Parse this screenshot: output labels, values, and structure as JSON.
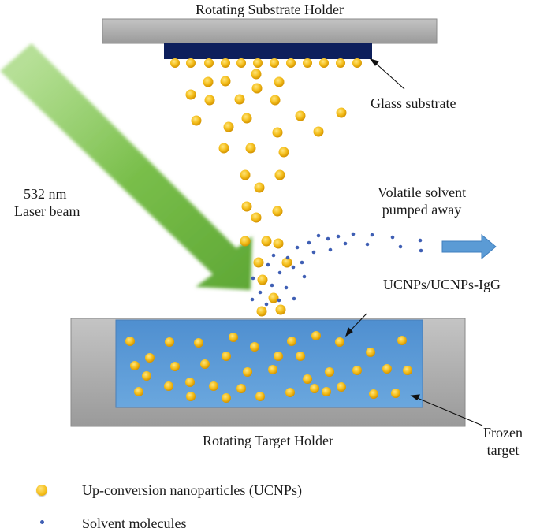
{
  "labels": {
    "top_holder": "Rotating Substrate Holder",
    "glass_substrate": "Glass substrate",
    "laser_line1": "532 nm",
    "laser_line2": "Laser beam",
    "volatile_line1": "Volatile solvent",
    "volatile_line2": "pumped away",
    "particles_label": "UCNPs/UCNPs-IgG",
    "bottom_holder": "Rotating Target Holder",
    "frozen_line1": "Frozen",
    "frozen_line2": "target"
  },
  "legend": {
    "nanoparticle": "Up-conversion nanoparticles (UCNPs)",
    "solvent": "Solvent molecules"
  },
  "colors": {
    "holder": "#a6a6a6",
    "substrate": "#0d1f5c",
    "target": "#5b9bd5",
    "laser": "#70ad47",
    "nanoparticle": "#f5c01e",
    "solvent": "#3f5fb4",
    "pump_arrow": "#5b9bd5"
  },
  "icons": {
    "nanoparticle": "yellow-sphere",
    "solvent": "small-blue-dot",
    "pump": "right-arrow"
  }
}
